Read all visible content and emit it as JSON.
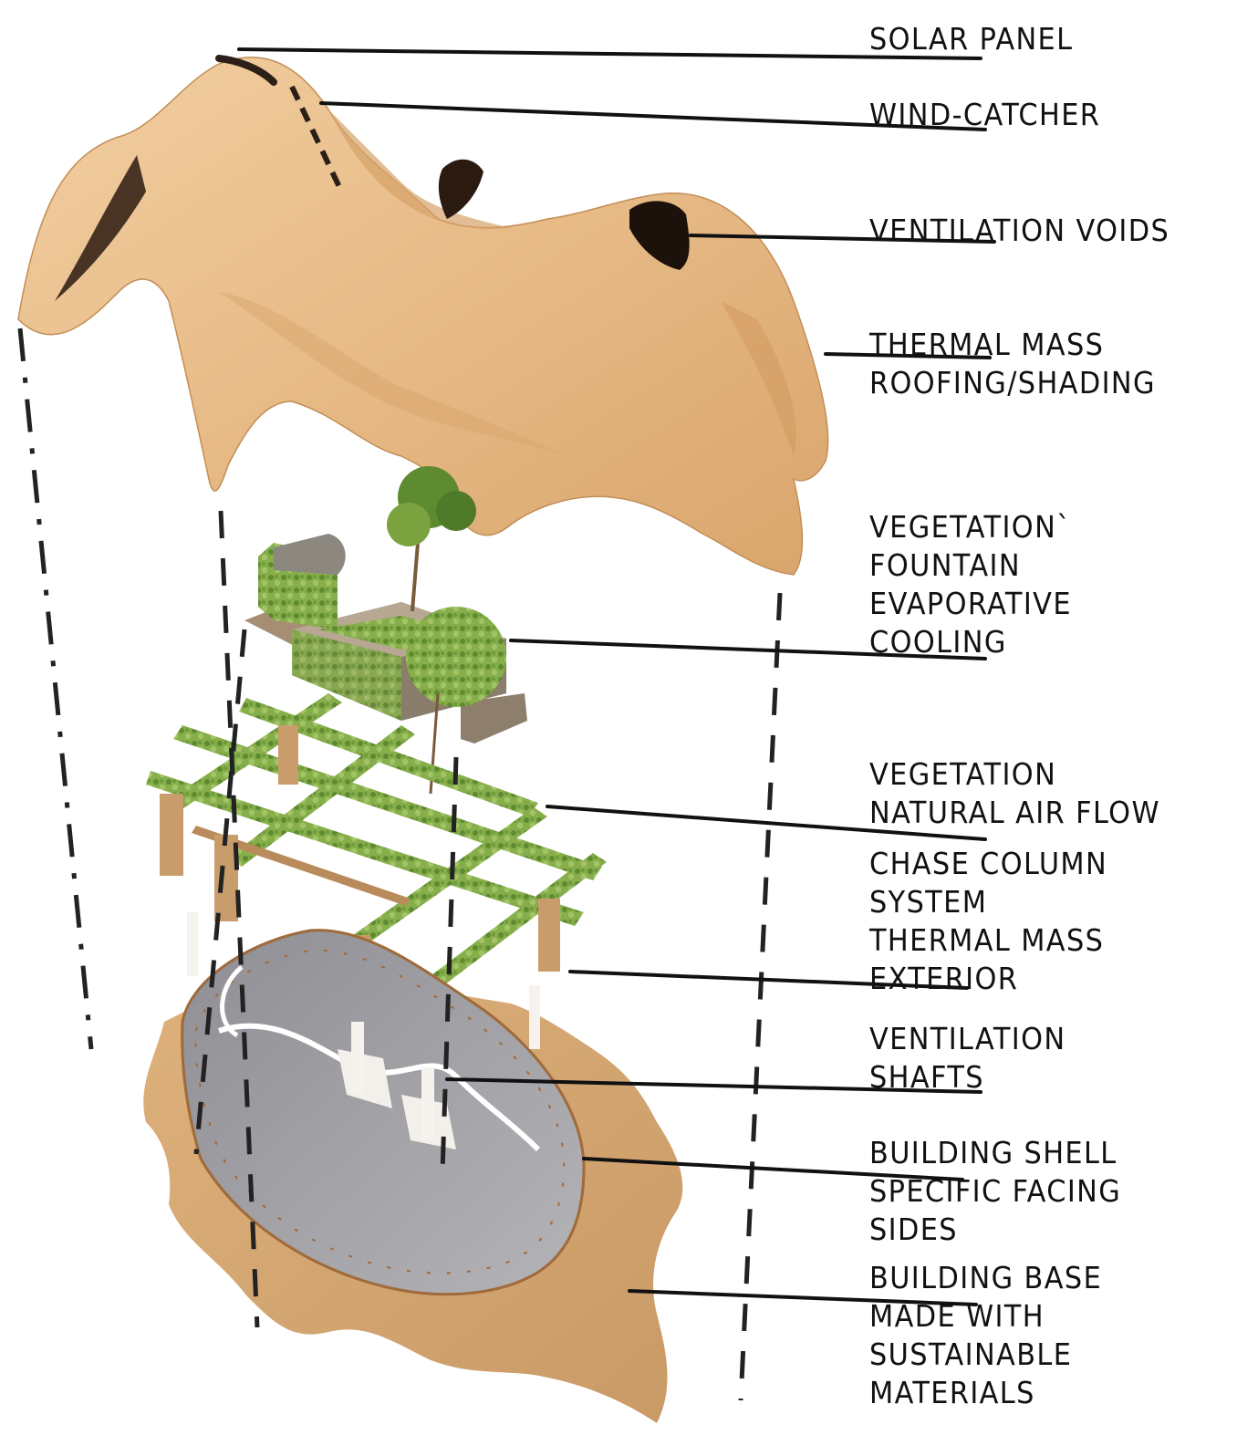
{
  "colors": {
    "wood": "#E9BE8C",
    "wood_dark": "#C9955E",
    "void": "#2B1A10",
    "foliage": "#7BA23F",
    "foliage_dark": "#4E7A2A",
    "concrete": "#9A9A9E",
    "column": "#C99D6B",
    "leader": "#111111",
    "dashed": "#222222"
  },
  "labels": {
    "solar_panel": "SOLAR PANEL",
    "wind_catcher": "WIND-CATCHER",
    "ventilation_voids": "VENTILATION VOIDS",
    "thermal_roof": [
      "THERMAL MASS",
      "ROOFING/SHADING"
    ],
    "vegetation_fountain": [
      "VEGETATION`",
      "FOUNTAIN",
      "EVAPORATIVE",
      "COOLING"
    ],
    "vegetation_airflow": [
      "VEGETATION",
      "NATURAL AIR FLOW"
    ],
    "chase_column": [
      "CHASE COLUMN",
      "SYSTEM",
      "THERMAL MASS",
      "EXTERIOR"
    ],
    "ventilation_shafts": [
      "VENTILATION",
      "SHAFTS"
    ],
    "building_shell": [
      "BUILDING SHELL",
      "SPECIFIC FACING",
      "SIDES"
    ],
    "building_base": [
      "BUILDING BASE",
      "MADE WITH",
      "SUSTAINABLE",
      "MATERIALS"
    ]
  }
}
